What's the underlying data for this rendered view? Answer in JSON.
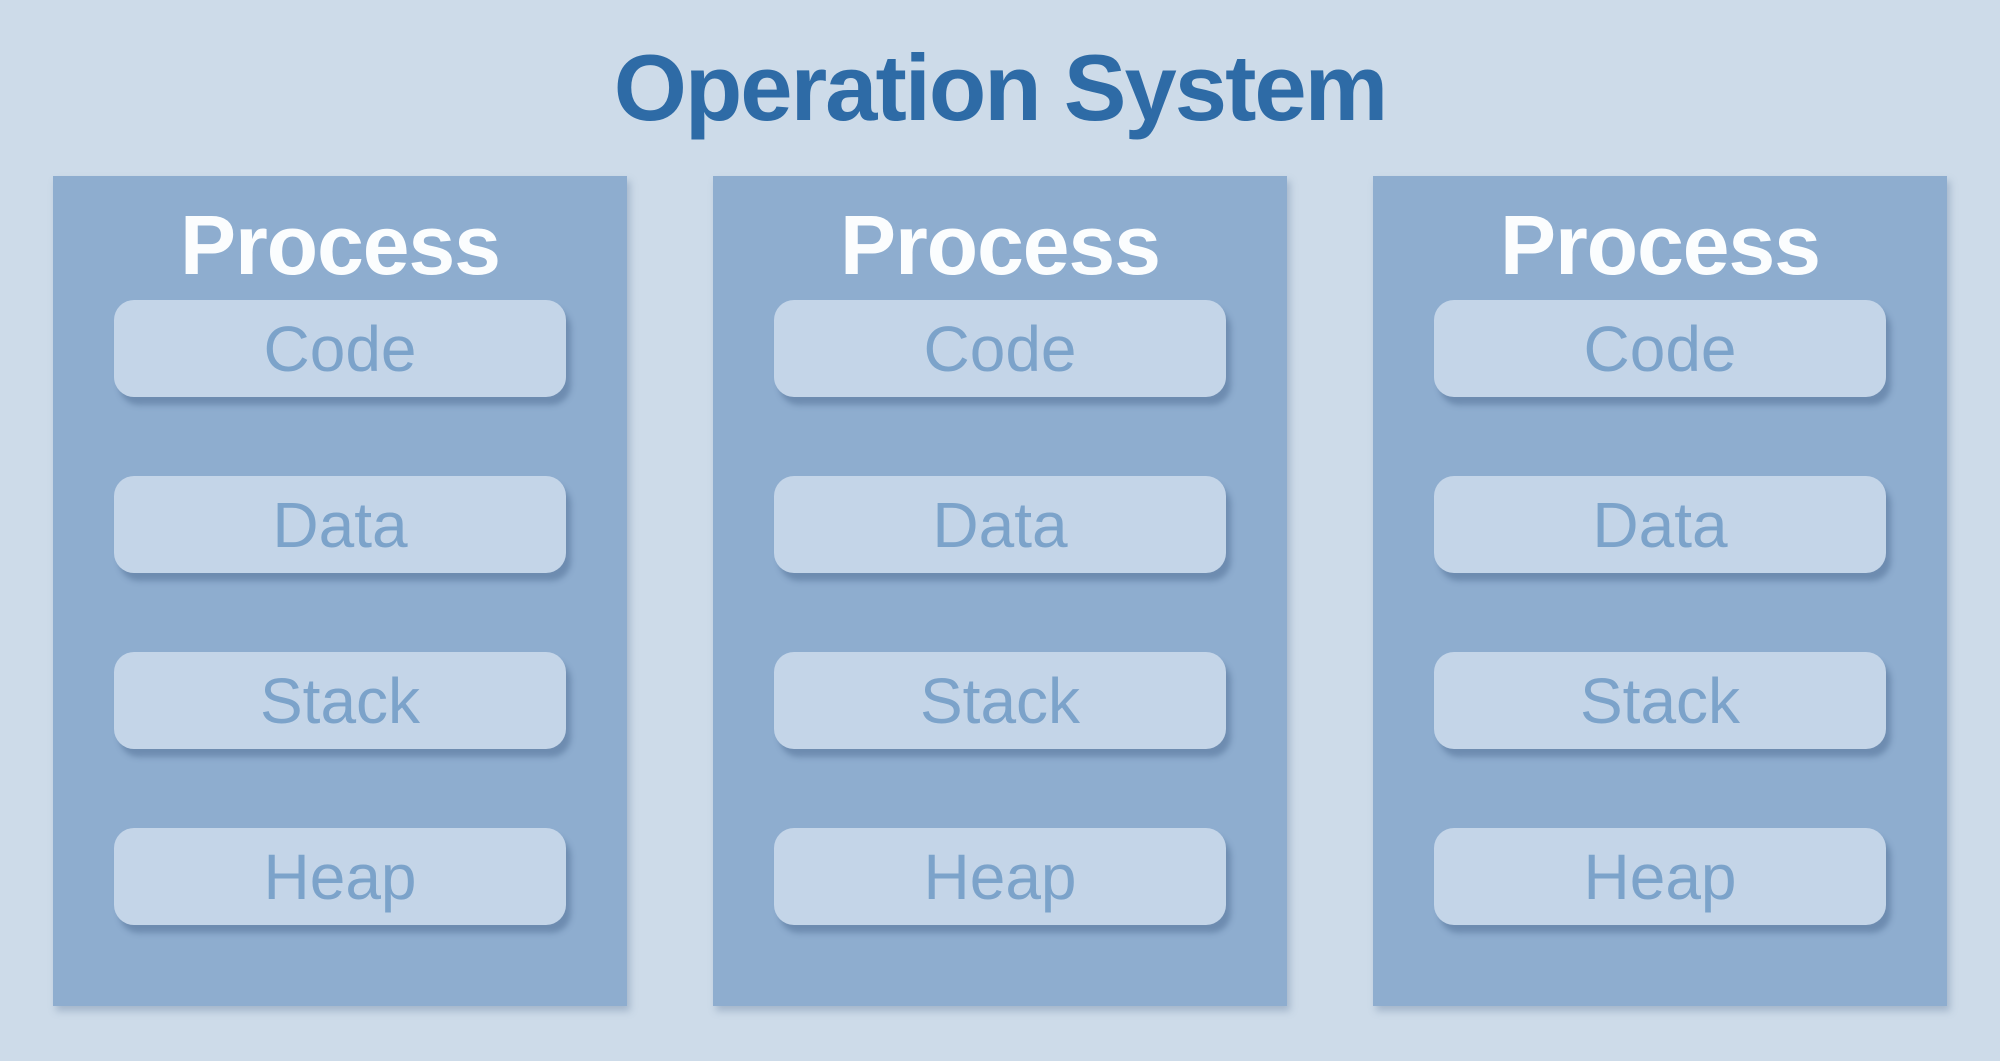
{
  "title": "Operation System",
  "colors": {
    "page_background": "#cddbe9",
    "title_text": "#2e6ba6",
    "column_background": "#8eadcf",
    "column_title_text": "#fbfdfe",
    "segment_box_background": "#c4d5e8",
    "segment_label_text": "#7ca3ca"
  },
  "processes": [
    {
      "label": "Process",
      "segments": [
        "Code",
        "Data",
        "Stack",
        "Heap"
      ]
    },
    {
      "label": "Process",
      "segments": [
        "Code",
        "Data",
        "Stack",
        "Heap"
      ]
    },
    {
      "label": "Process",
      "segments": [
        "Code",
        "Data",
        "Stack",
        "Heap"
      ]
    }
  ]
}
